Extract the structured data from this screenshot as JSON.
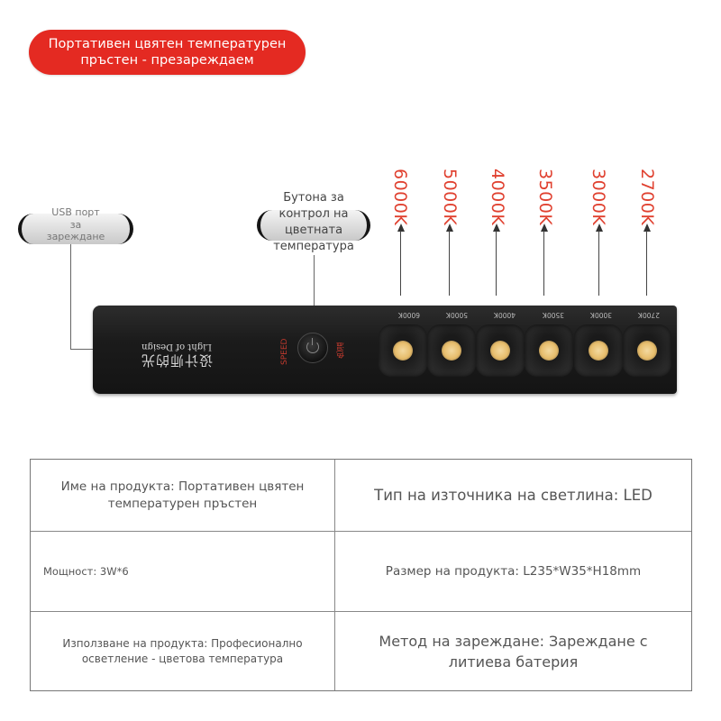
{
  "banner": {
    "line1": "Портативен цвятен температурен",
    "line2": "пръстен - презареждаем",
    "bg_color": "#e42a22"
  },
  "callouts": {
    "usb": {
      "line1": "USB порт",
      "line2": "за",
      "line3": "зареждане"
    },
    "control": {
      "line1": "Бутона за",
      "line2": "контрол на",
      "line3": "цветната",
      "line4": "температура"
    }
  },
  "temperatures": [
    "6000K",
    "5000K",
    "4000K",
    "3500K",
    "3000K",
    "2700K"
  ],
  "device": {
    "brand_cn": "设计师的光",
    "brand_en": "Light of Design",
    "speed_label": "SPEED",
    "side_label": "色温",
    "power_icon": "power-icon",
    "led_icon": "led-icon",
    "mini_labels": [
      "6000K",
      "5000K",
      "4000K",
      "3500K",
      "3000K",
      "2700K"
    ]
  },
  "specs": {
    "product_name": "Име на продукта: Портативен цвятен температурен пръстен",
    "light_type": "Тип на източника на светлина: LED",
    "power": "Мощност: 3W*6",
    "size": "Размер на продукта: L235*W35*H18mm",
    "usage": "Използване на продукта: Професионално осветление - цветова температура",
    "charging": "Метод на зареждане: Зареждане с литиева батерия"
  },
  "accent_color": "#e0402f"
}
